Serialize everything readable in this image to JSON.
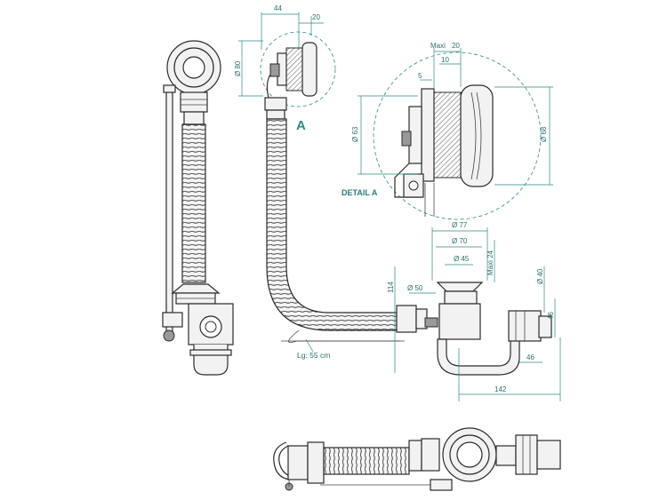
{
  "labels": {
    "detail_marker": "A",
    "detail_title": "DETAIL A",
    "hose_length": "Lg: 55 cm"
  },
  "dimensions": {
    "d44": "44",
    "d20_top": "20",
    "d80": "Ø 80",
    "maxi_label": "Maxi",
    "d20_detail": "20",
    "d10": "10",
    "d5": "5",
    "d63": "Ø 63",
    "d68": "Ø 68",
    "d77": "Ø 77",
    "d70": "Ø 70",
    "d45": "Ø 45",
    "maxi24": "Maxi 24",
    "d50": "Ø 50",
    "d114": "114",
    "d40": "Ø 40",
    "d46_right": "46",
    "d46_bottom": "46",
    "d142": "142"
  },
  "colors": {
    "line": "#2b2b2b",
    "dimension": "#2a8a8a",
    "part_fill": "#f2f2f2"
  }
}
